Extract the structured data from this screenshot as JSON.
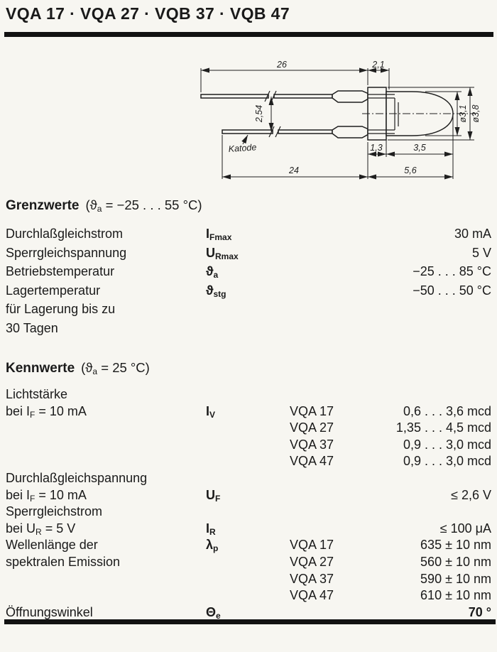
{
  "page": {
    "title": "VQA 17 · VQA 27 · VQB 37 · VQB 47"
  },
  "drawing": {
    "dim_top_length": "26",
    "dim_flange": "2,1",
    "dim_pitch": "2,54",
    "dim_dia_inner": "ø3,1",
    "dim_dia_outer": "ø3,8",
    "label_cathode": "Katode",
    "dim_base": "1,3",
    "dim_dome": "3,5",
    "dim_bottom_length": "24",
    "dim_total": "5,6"
  },
  "limits": {
    "heading": "Grenzwerte",
    "cond_pre": "(ϑ",
    "cond_sub": "a",
    "cond_rest": " = −25 . . . 55 °C)",
    "rows": [
      {
        "label": "Durchlaßgleichstrom",
        "sym": "I",
        "sub": "Fmax",
        "value": "30 mA"
      },
      {
        "label": "Sperrgleichspannung",
        "sym": "U",
        "sub": "Rmax",
        "value": "5 V"
      },
      {
        "label": "Betriebstemperatur",
        "sym": "ϑ",
        "sub": "a",
        "value": "−25 . . . 85 °C"
      },
      {
        "label": "Lagertemperatur",
        "sym": "ϑ",
        "sub": "stg",
        "value": "−50 . . . 50 °C"
      },
      {
        "label": "für Lagerung bis zu"
      },
      {
        "label": "30 Tagen"
      }
    ]
  },
  "chars": {
    "heading": "Kennwerte",
    "cond_pre": "(ϑ",
    "cond_sub": "a",
    "cond_rest": " = 25 °C)",
    "rows": [
      {
        "label_pre": "Lichtstärke"
      },
      {
        "label_pre": "bei I",
        "label_sub": "F",
        "label_rest": " = 10 mA",
        "sym": "I",
        "sub": "V",
        "dev": "VQA 17",
        "value": "0,6 . . . 3,6 mcd"
      },
      {
        "dev": "VQA 27",
        "value": "1,35 . . . 4,5 mcd"
      },
      {
        "dev": "VQA 37",
        "value": "0,9 . . . 3,0 mcd"
      },
      {
        "dev": "VQA 47",
        "value": "0,9 . . . 3,0 mcd"
      },
      {
        "label_pre": "Durchlaßgleichspannung"
      },
      {
        "label_pre": "bei I",
        "label_sub": "F",
        "label_rest": " = 10 mA",
        "sym": "U",
        "sub": "F",
        "value": "≤ 2,6 V"
      },
      {
        "label_pre": "Sperrgleichstrom"
      },
      {
        "label_pre": "bei U",
        "label_sub": "R",
        "label_rest": " = 5 V",
        "sym": "I",
        "sub": "R",
        "value": "≤ 100 μA"
      },
      {
        "label_pre": "Wellenlänge der",
        "sym": "λ",
        "sub": "p",
        "dev": "VQA 17",
        "value": "635 ± 10 nm"
      },
      {
        "label_pre": "spektralen Emission",
        "dev": "VQA 27",
        "value": "560 ± 10 nm"
      },
      {
        "dev": "VQA 37",
        "value": "590 ± 10 nm"
      },
      {
        "dev": "VQA 47",
        "value": "610 ± 10 nm"
      },
      {
        "label_pre": "Öffnungswinkel",
        "sym": "Θ",
        "sub": "e",
        "value": "70 °"
      }
    ]
  }
}
